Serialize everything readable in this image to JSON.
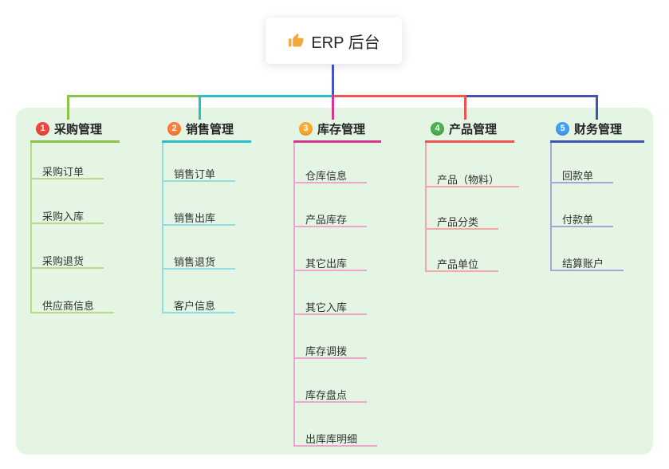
{
  "root": {
    "title": "ERP 后台",
    "icon": "thumbs-up-icon",
    "icon_color": "#f1a93c"
  },
  "panel": {
    "color": "#e4f5e3"
  },
  "trunk_color": "#4254cc",
  "branches": [
    {
      "badge": "1",
      "title": "采购管理",
      "badge_color": "#f1463c",
      "line_color": "#8bc34a",
      "child_line_color": "#b7da8b",
      "children": [
        "采购订单",
        "采购入库",
        "采购退货",
        "供应商信息"
      ]
    },
    {
      "badge": "2",
      "title": "销售管理",
      "badge_color": "#fb7e3a",
      "line_color": "#29bec8",
      "child_line_color": "#93dde2",
      "children": [
        "销售订单",
        "销售出库",
        "销售退货",
        "客户信息"
      ]
    },
    {
      "badge": "3",
      "title": "库存管理",
      "badge_color": "#fbab31",
      "line_color": "#d6368f",
      "child_line_color": "#eda6cb",
      "children": [
        "仓库信息",
        "产品库存",
        "其它出库",
        "其它入库",
        "库存调拨",
        "库存盘点",
        "出库库明细"
      ]
    },
    {
      "badge": "4",
      "title": "产品管理",
      "badge_color": "#4caf50",
      "line_color": "#f05351",
      "child_line_color": "#f6a6a5",
      "children": [
        "产品（物料）",
        "产品分类",
        "产品单位"
      ]
    },
    {
      "badge": "5",
      "title": "财务管理",
      "badge_color": "#409ff4",
      "line_color": "#4053b4",
      "child_line_color": "#9fa8da",
      "children": [
        "回款单",
        "付款单",
        "结算账户"
      ]
    }
  ]
}
